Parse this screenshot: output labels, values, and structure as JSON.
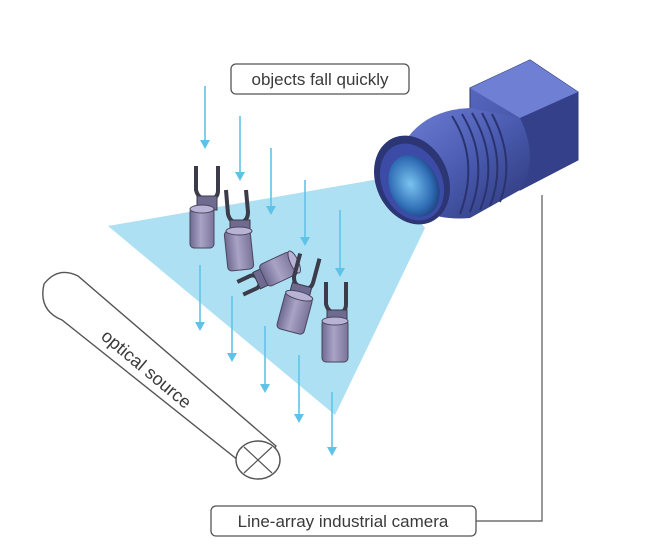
{
  "labels": {
    "falling": "objects fall quickly",
    "camera": "Line-array industrial camera",
    "source": "optical source"
  },
  "colors": {
    "light_beam": "#9edbf0",
    "arrow": "#5fc3e8",
    "camera_body": "#4a5bb0",
    "camera_dark": "#2c3675",
    "lens_glass": "#3a86c8",
    "terminal": "#8f88ad",
    "outline": "#555555"
  },
  "icons": {
    "source_end": "circle-cross-icon",
    "falling_object": "fork-terminal-icon",
    "camera": "industrial-camera-icon"
  }
}
